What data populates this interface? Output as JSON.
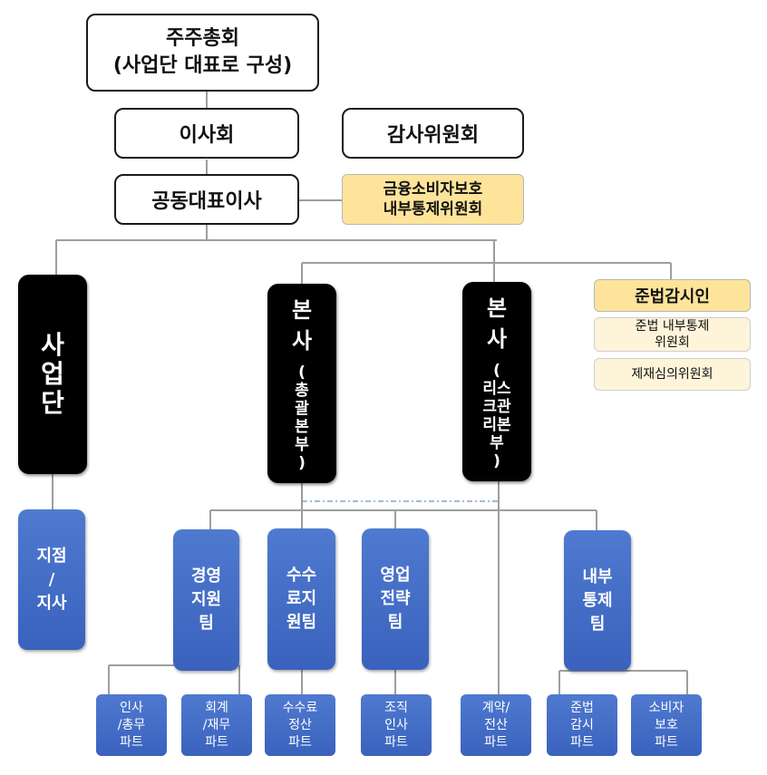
{
  "top": {
    "shareholders": "주주총회\n(사업단 대표로 구성)",
    "board": "이사회",
    "audit": "감사위원회",
    "ceo": "공동대표이사",
    "consumer_committee": "금융소비자보호\n내부통제위원회"
  },
  "compliance": {
    "officer": "준법감시인",
    "committees": [
      "준법 내부통제\n위원회",
      "제재심의위원회"
    ]
  },
  "divisions": {
    "business": "사\n업\n단",
    "hq_general_main": "본\n사",
    "hq_general_sub": "(\n총\n괄\n본\n부\n)",
    "hq_risk_main": "본\n사",
    "hq_risk_sub": "(\n리스\n크관\n리본\n부\n)"
  },
  "teams": {
    "branch": "지점\n/\n지사",
    "mgmt": "경영\n지원\n팀",
    "fee": "수수\n료지\n원팀",
    "sales": "영업\n전략\n팀",
    "control": "내부\n통제\n팀"
  },
  "parts": {
    "hr": "인사\n/총무\n파트",
    "acct": "회계\n/재무\n파트",
    "fee_settle": "수수료\n정산\n파트",
    "org_hr": "조직\n인사\n파트",
    "contract": "계약/\n전산\n파트",
    "compliance": "준법\n감시\n파트",
    "consumer": "소비자\n보호\n파트"
  },
  "colors": {
    "connector": "#9e9e9e",
    "team_blue": "#3f68c4",
    "highlight_yellow": "#fde49a",
    "light_yellow": "#fdf4d9"
  }
}
